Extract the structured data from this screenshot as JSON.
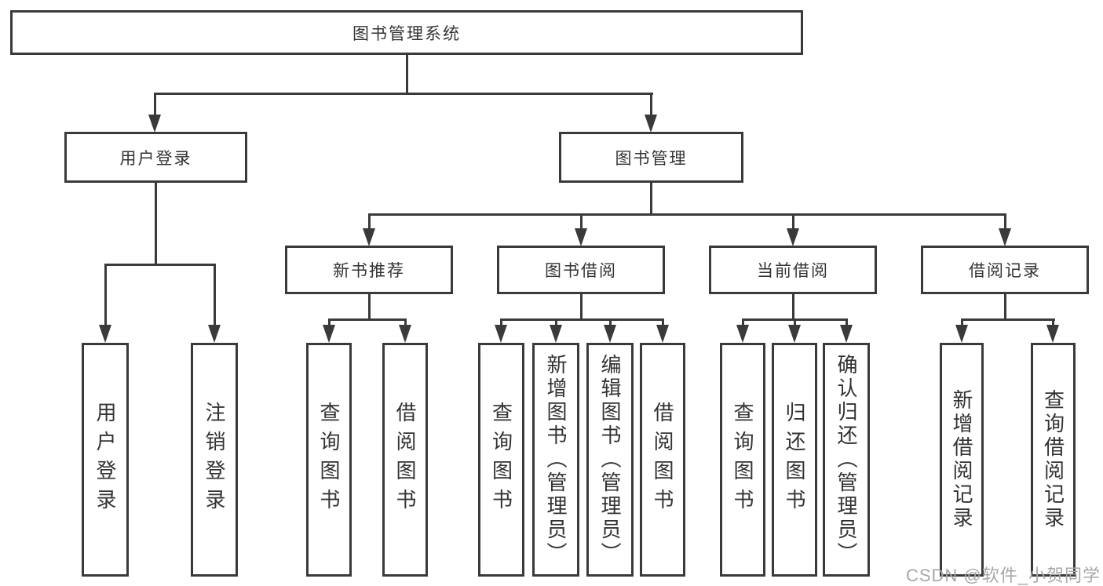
{
  "colors": {
    "line": "#3a3a3a",
    "text": "#333333",
    "background": "#ffffff",
    "watermark": "#a8a8a8"
  },
  "watermark": {
    "text": "CSDN @软件_小贺同学"
  },
  "tree": {
    "root": {
      "label": "图书管理系统"
    },
    "user": {
      "label": "用户登录",
      "children": [
        {
          "label": "用户登录"
        },
        {
          "label": "注销登录"
        }
      ]
    },
    "book": {
      "label": "图书管理",
      "groups": [
        {
          "label": "新书推荐",
          "children": [
            {
              "label": "查询图书"
            },
            {
              "label": "借阅图书"
            }
          ]
        },
        {
          "label": "图书借阅",
          "children": [
            {
              "label": "查询图书"
            },
            {
              "label": "新增图书（管理员）"
            },
            {
              "label": "编辑图书（管理员）"
            },
            {
              "label": "借阅图书"
            }
          ]
        },
        {
          "label": "当前借阅",
          "children": [
            {
              "label": "查询图书"
            },
            {
              "label": "归还图书"
            },
            {
              "label": "确认归还（管理员）"
            }
          ]
        },
        {
          "label": "借阅记录",
          "children": [
            {
              "label": "新增借阅记录"
            },
            {
              "label": "查询借阅记录"
            }
          ]
        }
      ]
    }
  }
}
